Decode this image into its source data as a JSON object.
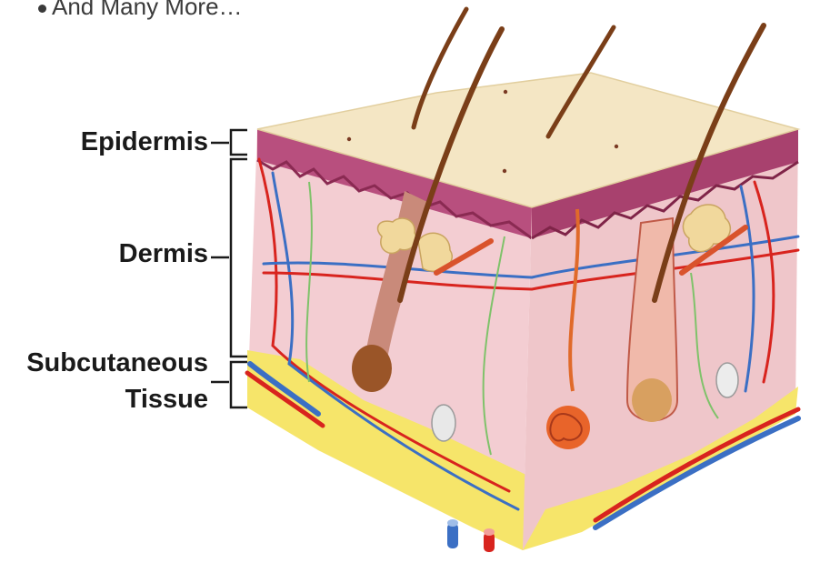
{
  "header": {
    "bullet_text": "And Many More…"
  },
  "labels": {
    "epidermis": "Epidermis",
    "dermis": "Dermis",
    "subcutaneous_line1": "Subcutaneous",
    "subcutaneous_line2": "Tissue"
  },
  "colors": {
    "skin_surface": "#f4e6c4",
    "epidermis_layer": "#b84f7e",
    "dermis_fill": "#f3cdd2",
    "fat_yellow": "#f6e56a",
    "artery_red": "#d8241e",
    "vein_blue": "#3b6fc4",
    "hair_brown": "#8a4a1c",
    "label_text": "#1a1a1a"
  }
}
